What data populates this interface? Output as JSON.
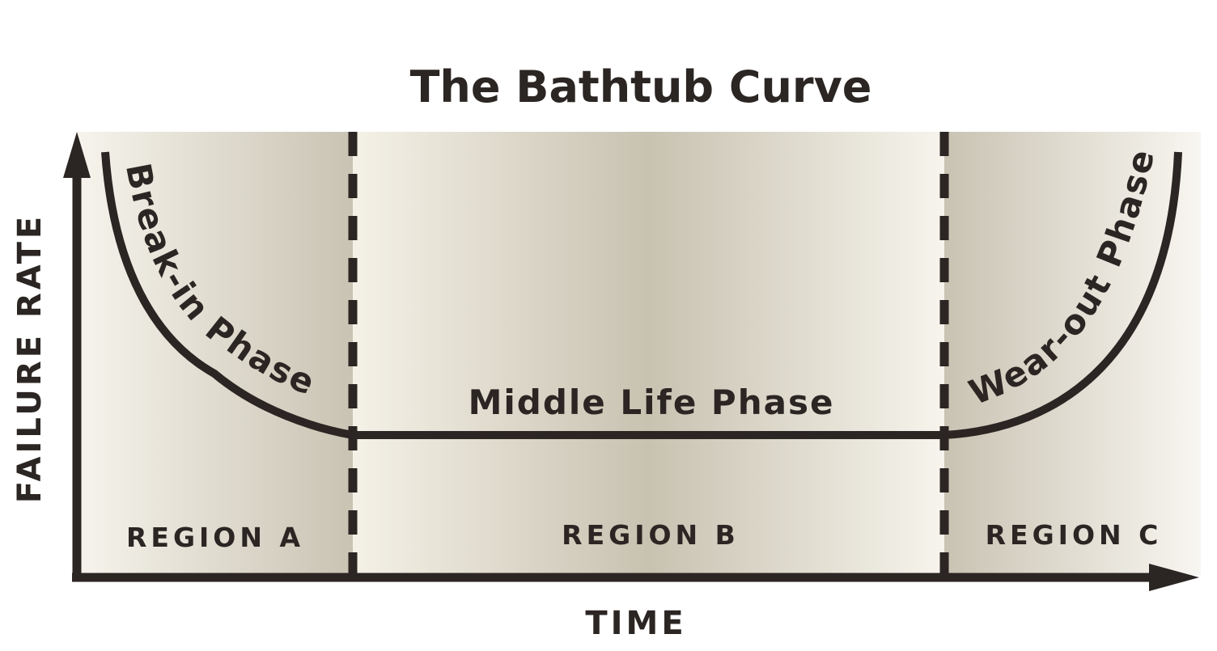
{
  "title": "The Bathtub Curve",
  "y_axis_label": "FAILURE RATE",
  "x_axis_label": "TIME",
  "phases": {
    "break_in": "Break-in Phase",
    "middle": "Middle Life Phase",
    "wear_out": "Wear-out Phase"
  },
  "regions": [
    "REGION A",
    "REGION B",
    "REGION C"
  ],
  "colors": {
    "ink": "#2b2523",
    "panel_light": "#f4f1e8",
    "panel_mid": "#d8d3c5",
    "panel_dark": "#c5bfae"
  }
}
